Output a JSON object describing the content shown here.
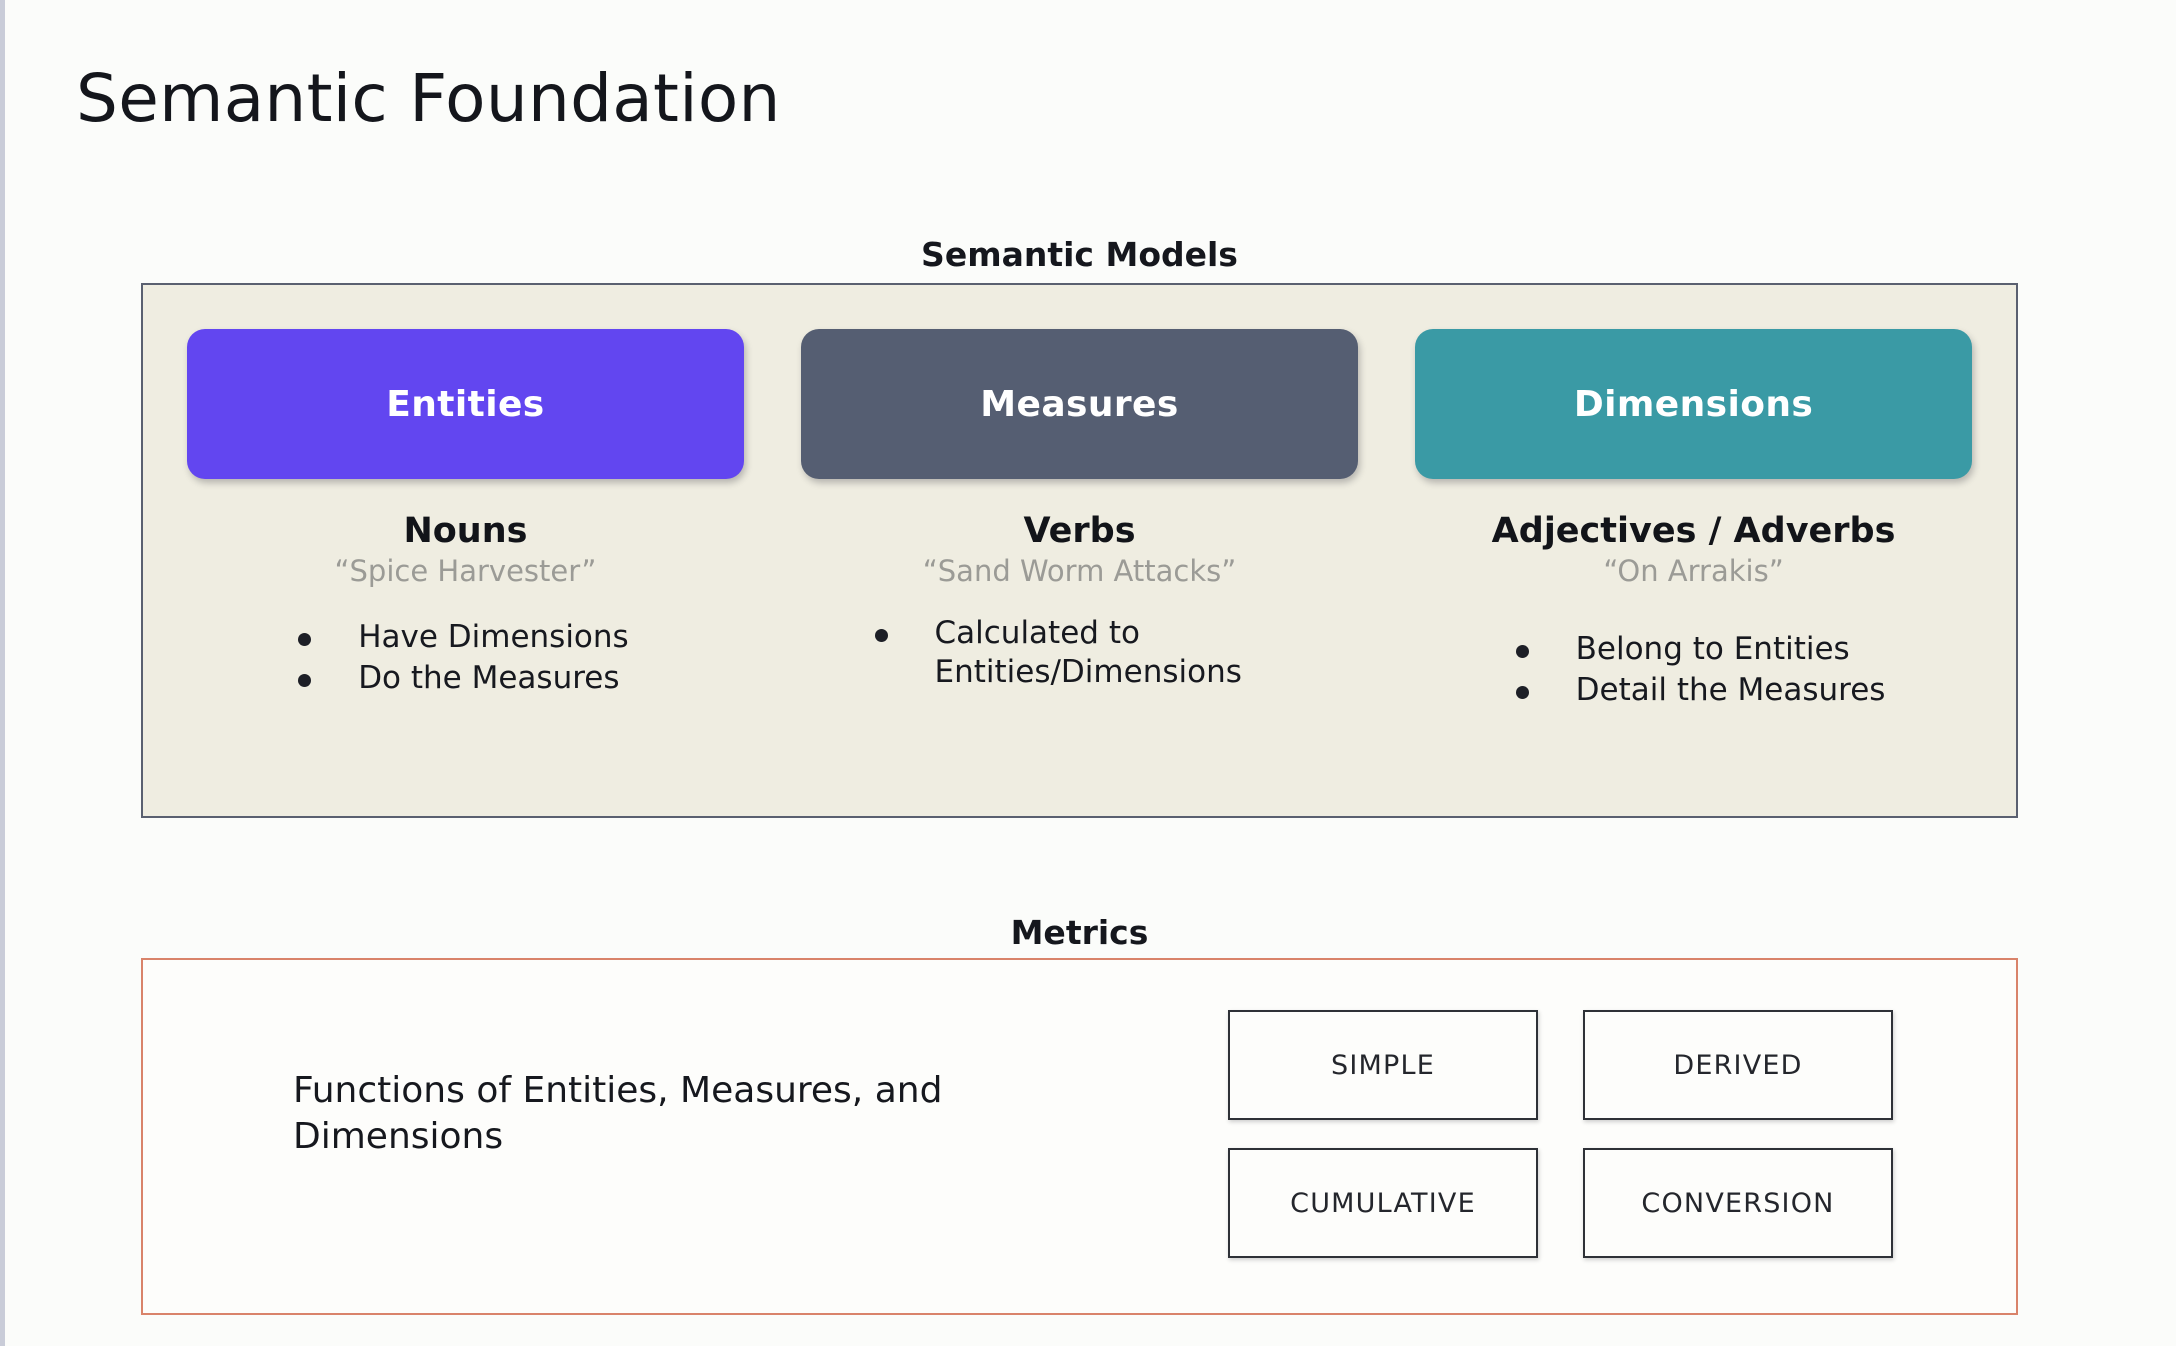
{
  "page": {
    "title": "Semantic Foundation",
    "background_color": "#fbfcfa"
  },
  "semantic_models": {
    "heading": "Semantic Models",
    "panel_bg_color": "#efede1",
    "panel_border_color": "#5a6070",
    "columns": [
      {
        "card_label": "Entities",
        "card_color": "#6246f0",
        "part_of_speech": "Nouns",
        "example": "“Spice Harvester”",
        "bullets": [
          "Have Dimensions",
          "Do the Measures"
        ]
      },
      {
        "card_label": "Measures",
        "card_color": "#555e72",
        "part_of_speech": "Verbs",
        "example": "“Sand Worm Attacks”",
        "bullets": [
          "Calculated to Entities/Dimensions"
        ]
      },
      {
        "card_label": "Dimensions",
        "card_color": "#3a9aa5",
        "part_of_speech": "Adjectives / Adverbs",
        "example": "“On Arrakis”",
        "bullets": [
          "Belong to Entities",
          "Detail the Measures"
        ]
      }
    ]
  },
  "metrics": {
    "heading": "Metrics",
    "panel_border_color": "#d9836a",
    "description": "Functions of Entities, Measures, and Dimensions",
    "types": [
      "SIMPLE",
      "DERIVED",
      "CUMULATIVE",
      "CONVERSION"
    ]
  }
}
